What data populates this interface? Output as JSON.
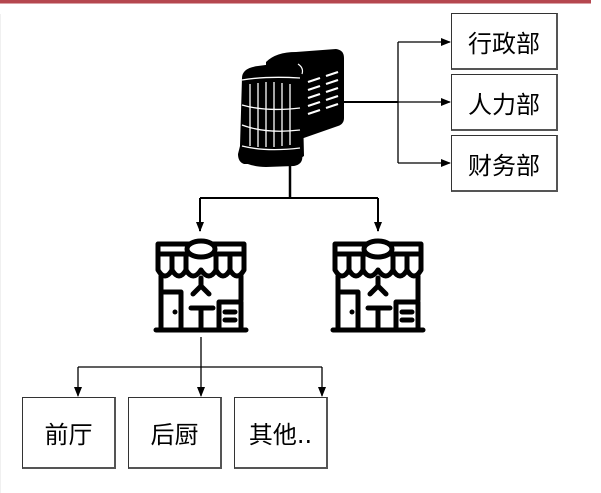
{
  "diagram": {
    "type": "org-chart",
    "headquarters": {
      "icon": "office-building-icon"
    },
    "departments": [
      {
        "label": "行政部"
      },
      {
        "label": "人力部"
      },
      {
        "label": "财务部"
      }
    ],
    "stores": [
      {
        "icon": "storefront-icon"
      },
      {
        "icon": "storefront-icon"
      }
    ],
    "store_units": [
      {
        "label": "前厅"
      },
      {
        "label": "后厨"
      },
      {
        "label": "其他.."
      }
    ],
    "colors": {
      "accent_bar": "#b5474f",
      "line": "#000000",
      "box_border": "#333333"
    }
  }
}
